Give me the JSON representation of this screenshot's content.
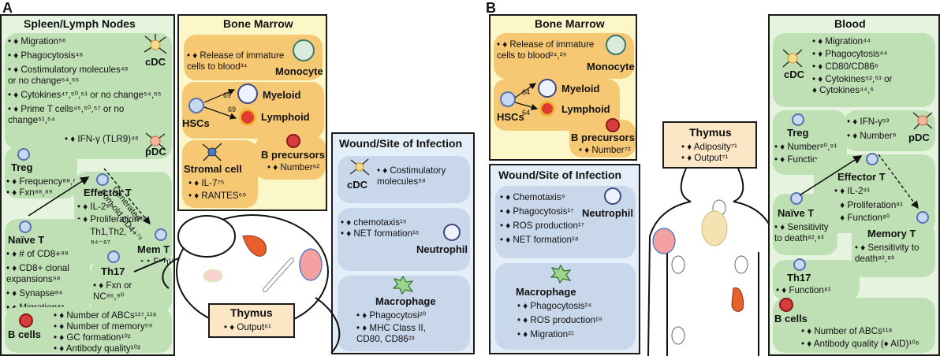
{
  "panel_a": {
    "letter": "A",
    "spleen": {
      "title": "Spleen/Lymph Nodes",
      "dc_lines": [
        "• ♦ Migration⁵⁶",
        "• ♦ Phagocytosis⁴⁸",
        "• ♦ Costimulatory molecules⁴⁸",
        "   or no change⁵⁴,⁵⁵",
        "• ♦ Cytokines⁴⁷,⁵⁰,⁵¹ or no change⁵⁴,⁵⁵",
        "• ♦ Prime T cells⁴⁵,⁵⁰,⁵⁷ or no",
        "   change⁵¹,⁵⁴"
      ],
      "cdc": "cDC",
      "pdc_line": "• ♦ IFN-γ (TLR9)⁴⁶",
      "pdc": "pDC",
      "treg": "Treg",
      "treg_lines": [
        "• ♦ Frequency⁸⁸,⁸⁹",
        "• ♦ Fxn⁸⁸,⁸⁹"
      ],
      "effector": "Effector T",
      "effector_lines": [
        "• ♦ IL-2⁸⁴",
        "• ♦ Proliferation⁸⁴",
        "• ♦ Th1,Th2,",
        "   Tfh⁸⁴⁻⁸⁷"
      ],
      "generated_1": "Generated",
      "generated_2": "from old CD4+⁷⁹",
      "memt": "Mem T",
      "memt_line": "• ♦ Fxn¹²",
      "naive": "Naïve T",
      "naive_lines": [
        "• ♦ # of CD8+⁹⁸",
        "• ♦ CD8+ clonal",
        "   expansions⁹⁸",
        "• ♦ Synapse⁸⁴",
        "• ♦ Migration⁸⁵"
      ],
      "th17": "Th17",
      "th17_lines": [
        "• ♦ Fxn or",
        "   NC⁸⁶,⁹⁰"
      ],
      "bcells": "B cells",
      "bcell_lines": [
        "• ♦ Number of ABCs¹¹⁷,¹¹⁸",
        "• ♦ Number of memory⁵⁹",
        "• ♦ GC formation¹⁰²",
        "• ♦ Antibody quality¹⁰²"
      ]
    },
    "marrow": {
      "title": "Bone Marrow",
      "release_1": "• ♦ Release of immature",
      "release_2": "   cells to blood³⁴",
      "monocyte": "Monocyte",
      "hscs": "HSCs",
      "myeloid": "Myeloid",
      "lymphoid": "Lymphoid",
      "ref_a": "69",
      "ref_b": "69",
      "stromal": "Stromal cell",
      "stromal_lines": [
        "• ♦ IL-7⁷⁵",
        "• ♦ RANTES⁶⁹"
      ],
      "bprec": "B precursors",
      "bprec_line": "• ♦ Number⁶²"
    },
    "wound": {
      "title": "Wound/Site of Infection",
      "cdc": "cDC",
      "costim_1": "• ♦ Costimulatory",
      "costim_2": "   molecules⁵⁸",
      "neut_lines": [
        "• ♦ chemotaxis¹⁵",
        "• ♦ NET formation¹⁶"
      ],
      "neutrophil": "Neutrophil",
      "macrophage": "Macrophage",
      "mac_lines": [
        "• ♦ Phagocytosi²⁰",
        "• ♦ MHC Class II,",
        "   CD80, CD86²³"
      ]
    },
    "thymus": {
      "title": "Thymus",
      "line": "• ♦ Output⁶¹"
    }
  },
  "panel_b": {
    "letter": "B",
    "marrow": {
      "title": "Bone Marrow",
      "release_1": "• ♦ Release of immature",
      "release_2": "   cells to blood²⁴,²⁹",
      "monocyte": "Monocyte",
      "hscs": "HSCs",
      "myeloid": "Myeloid",
      "lymphoid": "Lymphoid",
      "ref_a": "64",
      "ref_b": "64",
      "bprec": "B precursors",
      "bprec_line": "• ♦ Number⁷²"
    },
    "thymus": {
      "title": "Thymus",
      "lines": [
        "• ♦ Adiposity⁷¹",
        "• ♦ Output⁷¹"
      ]
    },
    "wound": {
      "title": "Wound/Site of Infection",
      "neut_lines": [
        "• ♦ Chemotaxis⁹",
        "• ♦ Phagocytosis¹⁷",
        "• ♦ ROS production¹⁷",
        "• ♦ NET formation¹⁸"
      ],
      "neutrophil": "Neutrophil",
      "macrophage": "Macrophage",
      "mac_lines": [
        "• ♦ Phagocytosis²⁴",
        "• ♦ ROS production¹⁹",
        "• ♦ Migration²¹"
      ]
    },
    "blood": {
      "title": "Blood",
      "dc_lines": [
        "• ♦ Migration⁴⁴",
        "• ♦ Phagocytosis⁴⁴",
        "• ♦ CD80/CD86⁶",
        "• ♦ Cytokines⁵²,⁵³ or",
        "   ♦ Cytokines⁴⁴,⁶"
      ],
      "cdc": "cDC",
      "treg": "Treg",
      "treg_lines": [
        "• ♦ Number⁸⁰,⁹¹",
        "• ♦ Function⁹¹"
      ],
      "pdc_lines": [
        "• ♦ IFN-γ⁵³",
        "• ♦ Number⁸"
      ],
      "pdc": "pDC",
      "effector": "Effector T",
      "effector_lines": [
        "• ♦ IL-2⁸¹",
        "• ♦ Proliferation⁸¹",
        "• ♦ Function⁸⁰"
      ],
      "naive": "Naïve T",
      "naive_lines": [
        "• ♦ Sensitivity",
        "   to death⁸²,⁸³"
      ],
      "memory": "Memory T",
      "memory_lines": [
        "• ♦ Sensitivity to",
        "   death⁸²,⁸³"
      ],
      "th17": "Th17",
      "th17_line": "• ♦ Function⁸¹",
      "bcells": "B cells",
      "bcell_lines": [
        "• ♦ Number of ABCs¹¹⁸",
        "• ♦ Antibody quality (♦ AID)¹⁰⁶"
      ]
    }
  }
}
